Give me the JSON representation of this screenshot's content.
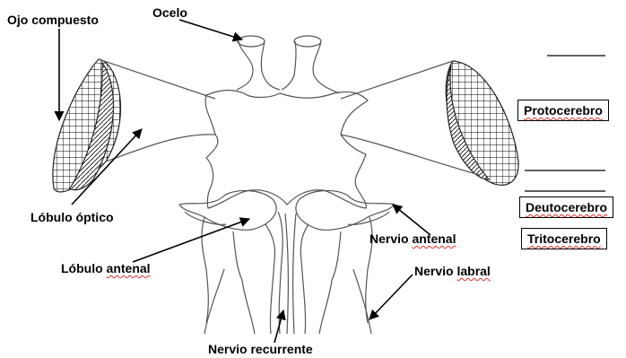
{
  "labels": {
    "ojo_compuesto": "Ojo compuesto",
    "ocelo": "Ocelo",
    "lobulo_optico": "Lóbulo óptico",
    "lobulo_antenal_a": "Lóbulo",
    "lobulo_antenal_b": "antenal",
    "nervio_recurrente": "Nervio recurrente",
    "nervio_antenal_a": "Nervio",
    "nervio_antenal_b": "antenal",
    "nervio_labral_a": "Nervio",
    "nervio_labral_b": "labral"
  },
  "boxes": {
    "protocerebro": "Protocerebro",
    "deutocerebro": "Deutocerebro",
    "tritocerebro": "Tritocerebro"
  }
}
